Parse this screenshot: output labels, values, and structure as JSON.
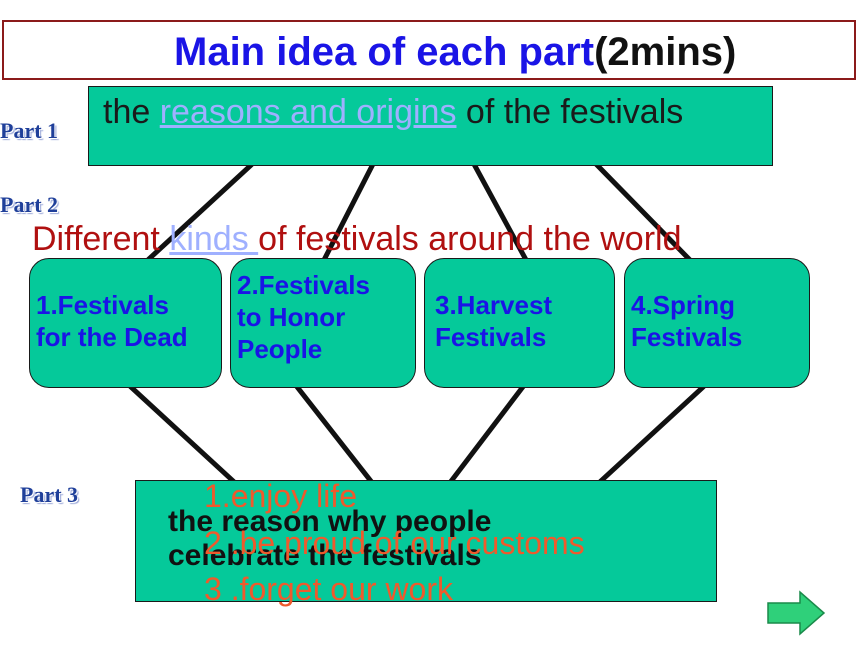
{
  "title": {
    "main": "Main idea of each part",
    "time": "(2mins)"
  },
  "parts": {
    "part1": "Part 1",
    "part2": "Part 2",
    "part3": "Part 3"
  },
  "part1": {
    "prefix": "the ",
    "link": "reasons and origins",
    "suffix": " of the festivals"
  },
  "part2": {
    "heading_prefix": "Different ",
    "heading_link": "kinds ",
    "heading_suffix": "of festivals around the world",
    "kinds": [
      "1.Festivals\nfor the Dead",
      "2.Festivals\nto Honor\nPeople",
      "3.Harvest\nFestivals",
      "4.Spring\nFestivals"
    ]
  },
  "part3": {
    "main": "the reason why people\ncelebrate the festivals",
    "reasons": [
      "1.enjoy life",
      "2 .be proud of our customs",
      "3 .forget our work"
    ]
  },
  "colors": {
    "box_fill": "#05c99a",
    "title_blue": "#1a14e6",
    "heading_red": "#b01010",
    "reason_orange": "#ef5a2c",
    "arrow_green": "#2fd07a"
  },
  "icons": {
    "next": "right-arrow-icon"
  }
}
